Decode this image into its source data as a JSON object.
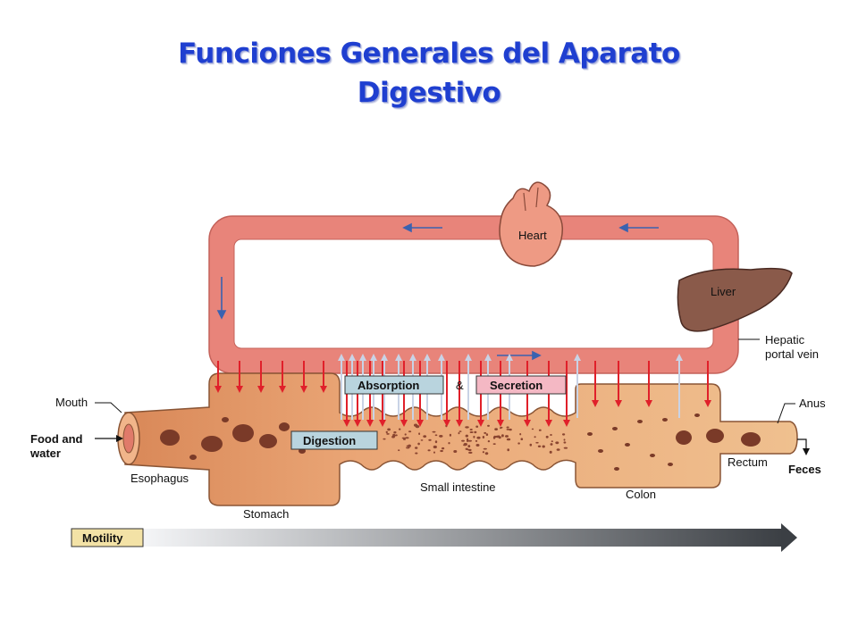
{
  "title": {
    "line1": "Funciones Generales del Aparato",
    "line2": "Digestivo"
  },
  "diagram": {
    "labels": {
      "heart": "Heart",
      "liver": "Liver",
      "hepatic_portal_vein_1": "Hepatic",
      "hepatic_portal_vein_2": "portal vein",
      "absorption": "Absorption",
      "ampersand": "&",
      "secretion": "Secretion",
      "digestion": "Digestion",
      "mouth": "Mouth",
      "food_water_1": "Food and",
      "food_water_2": "water",
      "esophagus": "Esophagus",
      "stomach": "Stomach",
      "small_intestine": "Small intestine",
      "colon": "Colon",
      "rectum": "Rectum",
      "anus": "Anus",
      "feces": "Feces",
      "motility": "Motility"
    },
    "colors": {
      "blood_vessel": "#e8847a",
      "gut": "#e9a472",
      "absorption_box": "#b9d4de",
      "secretion_box": "#f4b8c4",
      "digestion_box": "#b9d4de",
      "motility_box": "#f3e2a6",
      "red_arrow": "#e0202a",
      "light_arrow": "#c9d3e6",
      "blue_arrow": "#3a62b0",
      "liver": "#8a5a4a",
      "heart": "#ee9a84"
    }
  }
}
